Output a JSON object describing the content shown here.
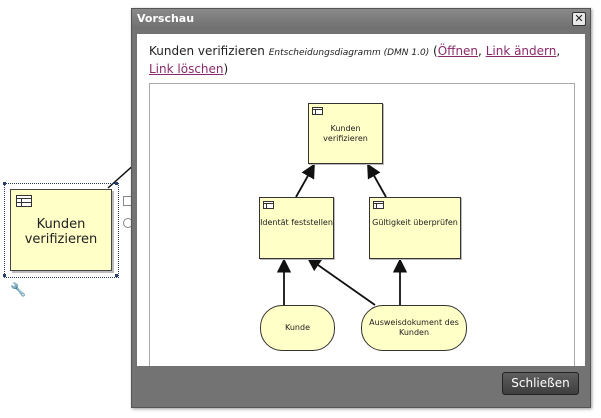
{
  "canvas": {
    "node_label": "Kunden verifizieren"
  },
  "dialog": {
    "title": "Vorschau",
    "close_glyph": "✕",
    "header": {
      "name": "Kunden verifizieren",
      "type": "Entscheidungsdiagramm (DMN 1.0)",
      "open_paren": "(",
      "open_link": "Öffnen",
      "sep1": ", ",
      "change_link": "Link ändern",
      "sep2": ", ",
      "delete_link": "Link löschen",
      "close_paren": ")"
    },
    "close_button": "Schließen"
  },
  "diagram": {
    "top_decision": "Kunden verifizieren",
    "left_decision": "Identät feststellen",
    "right_decision": "Gültigkeit überprüfen",
    "input_left": "Kunde",
    "input_right": "Ausweisdokument des Kunden"
  }
}
